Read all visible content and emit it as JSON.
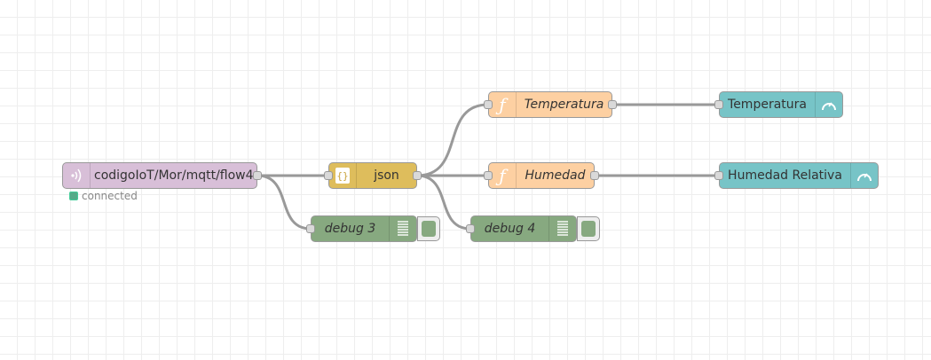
{
  "canvas": {
    "background": "#ffffff",
    "grid_color": "#eeeeee",
    "wire_color": "#999999"
  },
  "nodes": {
    "mqtt_in": {
      "label": "codigoIoT/Mor/mqtt/flow4",
      "color": "#d8bfd8",
      "icon": "radio-waves-icon",
      "status": "connected",
      "status_color": "#55aa88"
    },
    "json": {
      "label": "json",
      "color": "#debd5c",
      "icon": "json-braces-icon"
    },
    "debug3": {
      "label": "debug 3",
      "color": "#87a980",
      "icon": "list-lines-icon"
    },
    "debug4": {
      "label": "debug 4",
      "color": "#87a980",
      "icon": "list-lines-icon"
    },
    "fn_temp": {
      "label": "Temperatura",
      "color": "#fdd0a2",
      "icon": "function-icon"
    },
    "fn_hum": {
      "label": "Humedad",
      "color": "#fdd0a2",
      "icon": "function-icon"
    },
    "gauge_temp": {
      "label": "Temperatura",
      "color": "#77c4c7",
      "icon": "gauge-icon"
    },
    "gauge_hum": {
      "label": "Humedad Relativa",
      "color": "#77c4c7",
      "icon": "gauge-icon"
    }
  }
}
